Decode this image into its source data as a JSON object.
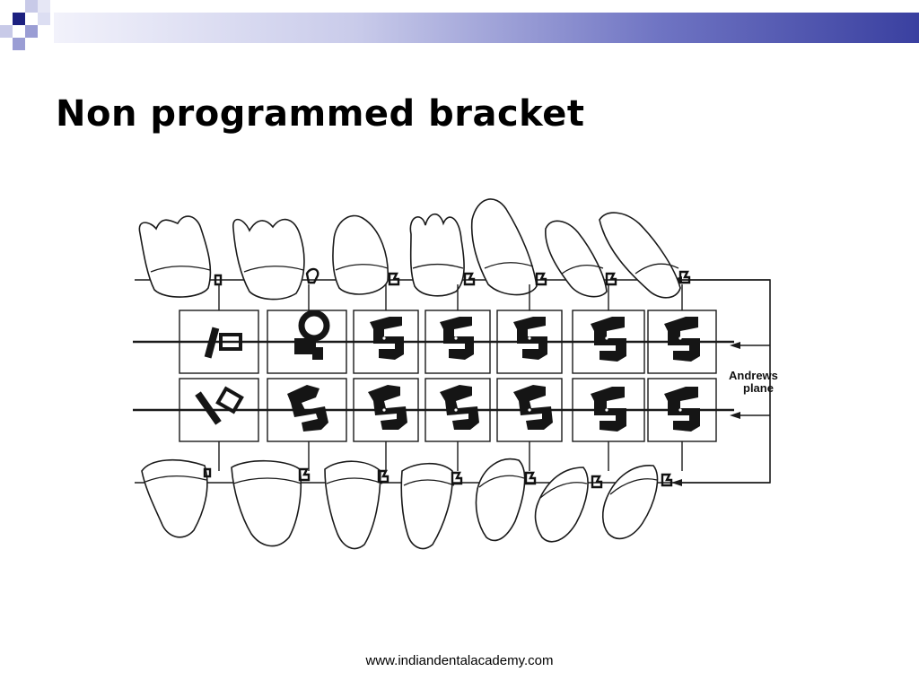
{
  "slide": {
    "title": "Non programmed bracket",
    "footer_url": "www.indiandentalacademy.com",
    "accent_color": "#3a40a0"
  },
  "diagram": {
    "label_line1": "Andrews",
    "label_line2": "plane"
  }
}
